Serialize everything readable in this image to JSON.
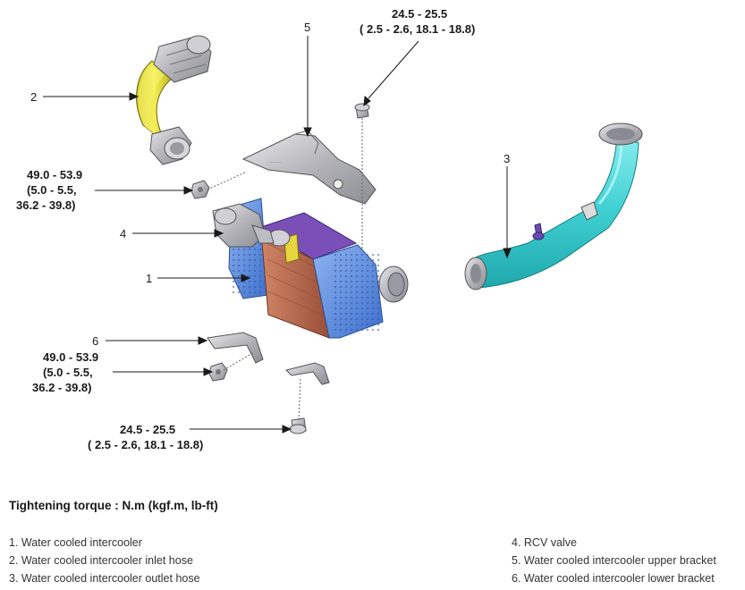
{
  "callouts": {
    "c1": "1",
    "c2": "2",
    "c3": "3",
    "c4": "4",
    "c5": "5",
    "c6": "6"
  },
  "torques": {
    "top_right": {
      "line1": "24.5 - 25.5",
      "line2": "( 2.5 - 2.6, 18.1 - 18.8)"
    },
    "upper_left": {
      "line1": "49.0 - 53.9",
      "line2": "(5.0 - 5.5,",
      "line3": "36.2 - 39.8)"
    },
    "lower_left": {
      "line1": "49.0 - 53.9",
      "line2": "(5.0 - 5.5,",
      "line3": "36.2 - 39.8)"
    },
    "bottom": {
      "line1": "24.5 - 25.5",
      "line2": "( 2.5 - 2.6, 18.1 - 18.8)"
    }
  },
  "caption": "Tightening torque : N.m (kgf.m, lb-ft)",
  "legend_left": [
    "1. Water cooled intercooler",
    "2. Water cooled intercooler inlet hose",
    "3. Water cooled intercooler outlet hose"
  ],
  "legend_right": [
    "4. RCV valve",
    "5. Water cooled intercooler upper bracket",
    "6. Water cooled intercooler lower bracket"
  ],
  "colors": {
    "inlet_hose": "#e8e23a",
    "outlet_hose": "#49d8d8",
    "intercooler_frame": "#5b8de0",
    "intercooler_core": "#b8664a",
    "intercooler_top": "#7a4fb8",
    "bracket": "#c8c8cc",
    "rcv_valve": "#6a4bb0"
  }
}
